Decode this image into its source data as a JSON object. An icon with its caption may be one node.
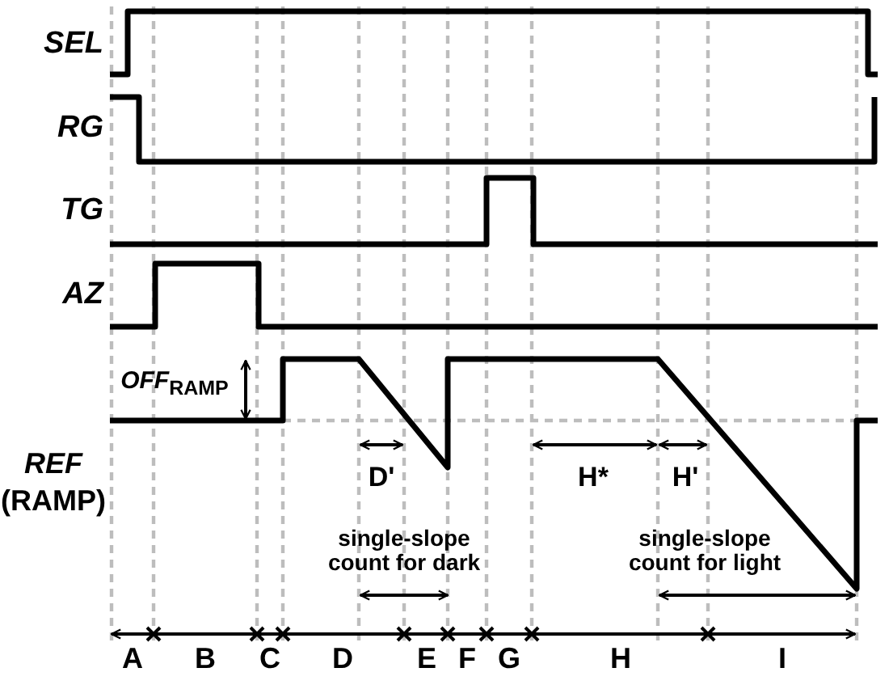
{
  "diagram": {
    "labels": [
      "SEL",
      "RG",
      "TG",
      "AZ",
      "*OFF*$_{RAMP}$",
      "*REF* (RAMP)",
      "D'",
      "H*",
      "H'",
      "single-slope count for dark",
      "single-slope count for light",
      "A",
      "B",
      "C",
      "D",
      "E",
      "F",
      "G",
      "H",
      "I"
    ]
  }
}
